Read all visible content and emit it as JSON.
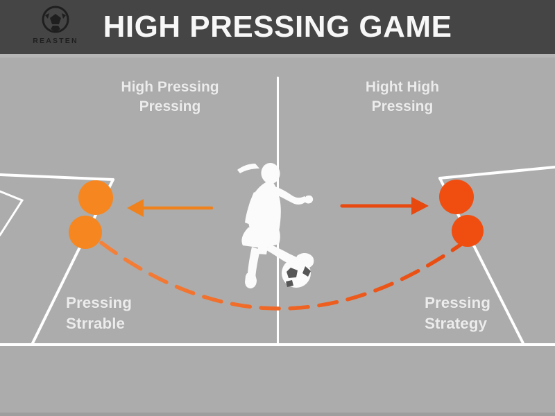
{
  "page": {
    "bg_color": "#ACACAC",
    "bottom_edge_color": "#9E9E9E"
  },
  "header": {
    "bg_color": "#454545",
    "title": "HIGH PRESSING GAME",
    "title_color": "#F7F7F7",
    "brand": "REASTEN",
    "logo_icon": "soccer-ball-icon",
    "logo_color": "#1F1F1F"
  },
  "annotations": {
    "text_color": "#ECECEC",
    "top_left": [
      "High Pressing",
      "Pressing"
    ],
    "top_right": [
      "Hight High",
      "Pressing"
    ],
    "bottom_left": [
      "Pressing",
      "Strrable"
    ],
    "bottom_right": [
      "Pressing",
      "Strategy"
    ]
  },
  "pitch": {
    "line_color": "#FFFFFF",
    "elements": [
      "halfway-line",
      "goal-line",
      "left-penalty-box",
      "left-goal-box",
      "right-penalty-box"
    ]
  },
  "markers": {
    "left_color": "#F6861F",
    "right_color": "#F04E10",
    "left_count": 2,
    "right_count": 2
  },
  "arrows": {
    "left_color": "#F0821E",
    "right_color": "#E7490F",
    "left_direction": "left",
    "right_direction": "right"
  },
  "curve": {
    "style": "dashed",
    "color_start": "#F5823A",
    "color_end": "#E8490F"
  },
  "figure": {
    "name": "soccer-player-kicking-silhouette",
    "color": "#FBFBFB",
    "ball_patch_color": "#565656"
  }
}
